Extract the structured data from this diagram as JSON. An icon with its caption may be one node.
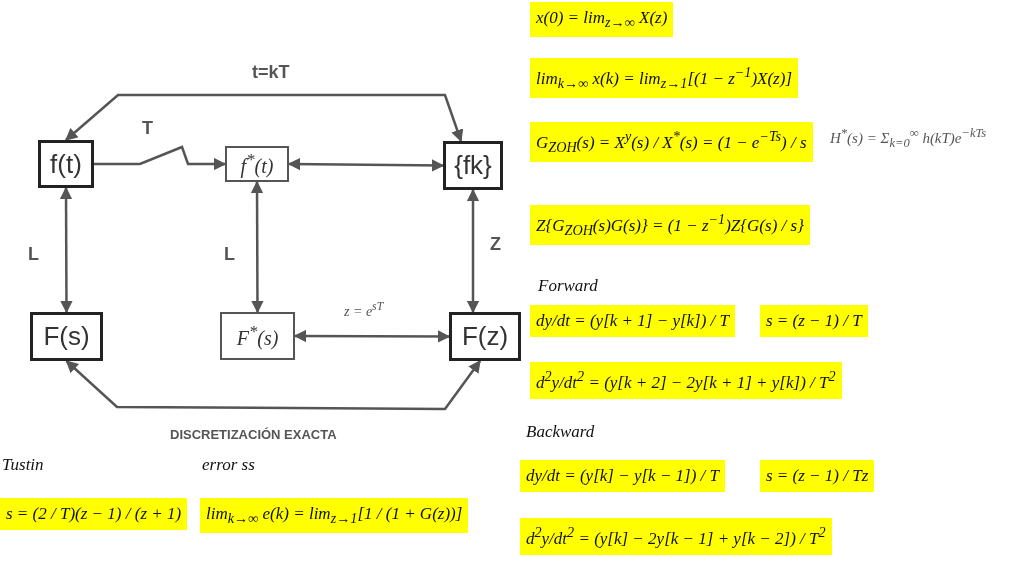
{
  "diagram": {
    "caption": "DISCRETIZACIÓN EXACTA",
    "nodes": [
      {
        "text": [
          "f(t)"
        ]
      },
      {
        "text": [
          "f$^{*}$(t)"
        ]
      },
      {
        "text": [
          "{fk}"
        ]
      },
      {
        "text": [
          "F(s)"
        ]
      },
      {
        "text": [
          "F$^{*}$(s)"
        ]
      },
      {
        "text": [
          "F(z)"
        ]
      }
    ],
    "edges": [
      {
        "from": 0,
        "to": 1,
        "arrow": "to",
        "label": "T"
      },
      {
        "from": 0,
        "to": 2,
        "arrow": "both",
        "label": "t=kT"
      },
      {
        "from": 1,
        "to": 2,
        "arrow": "both"
      },
      {
        "from": 0,
        "to": 3,
        "arrow": "both",
        "label": "L"
      },
      {
        "from": 1,
        "to": 4,
        "arrow": "both",
        "label": "L"
      },
      {
        "from": 2,
        "to": 5,
        "arrow": "both",
        "label": "Z"
      },
      {
        "from": 4,
        "to": 5,
        "arrow": "both",
        "label": "z = e$^{sT}$"
      },
      {
        "from": 3,
        "to": 5,
        "arrow": "both"
      }
    ],
    "labels": [
      "x(0) = lim$_{z→∞}$ X(z)",
      "lim$_{k→∞}$ x(k) = lim$_{z→1}$[(1 − z$^{−1}$)X(z)]",
      "G$_{ZOH}$(s) = X$^{y}$(s) / X$^{*}$(s) = (1 − e$^{−Ts}$) / s",
      "H$^{*}$(s) = Σ$_{k=0}$$^{∞}$ h(kT)e$^{−kTs}$",
      "Z{G$_{ZOH}$(s)G(s)} = (1 − z$^{−1}$)Z{G(s) / s}",
      "Forward",
      "dy/dt = (y[k + 1] − y[k]) / T",
      "s = (z − 1) / T",
      "d$^{2}$y/dt$^{2}$ = (y[k + 2] − 2y[k + 1] + y[k]) / T$^{2}$",
      "Backward",
      "dy/dt = (y[k] − y[k − 1]) / T",
      "s = (z − 1) / Tz",
      "d$^{2}$y/dt$^{2}$ = (y[k] − 2y[k − 1] + y[k − 2]) / T$^{2}$",
      "Tustin",
      "error ss",
      "s = (2 / T)(z − 1) / (z + 1)",
      "lim$_{k→∞}$ e(k) = lim$_{z→1}$[1 / (1 + G(z))]"
    ]
  }
}
